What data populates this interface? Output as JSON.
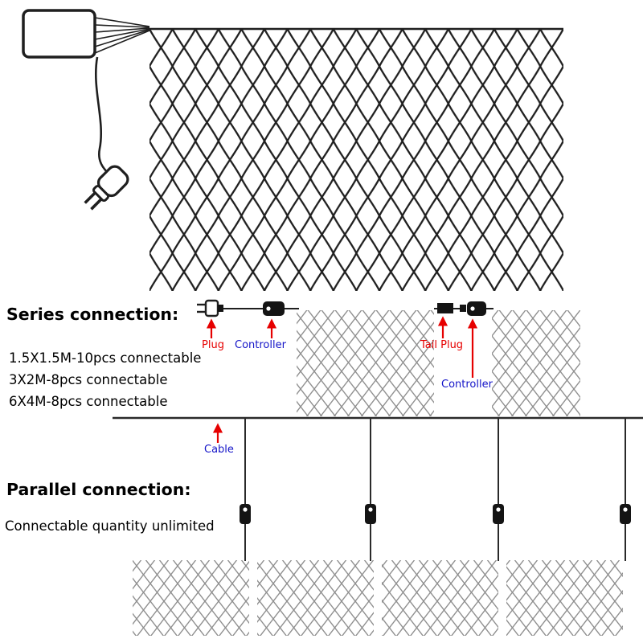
{
  "colors": {
    "label_red": "#e60000",
    "label_blue": "#1414c8",
    "net_dark": "#1f1f1f",
    "net_gray": "#8f8f8f",
    "arrow_red": "#e60000"
  },
  "series": {
    "title": "Series connection:",
    "specs": [
      "1.5X1.5M-10pcs connectable",
      "3X2M-8pcs connectable",
      "6X4M-8pcs connectable"
    ],
    "plug_label": "Plug",
    "controller_label": "Controller",
    "tail_plug_label": "Tail Plug",
    "controller2_label": "Controller"
  },
  "parallel": {
    "title": "Parallel connection:",
    "subtitle": "Connectable quantity unlimited",
    "cable_label": "Cable"
  }
}
